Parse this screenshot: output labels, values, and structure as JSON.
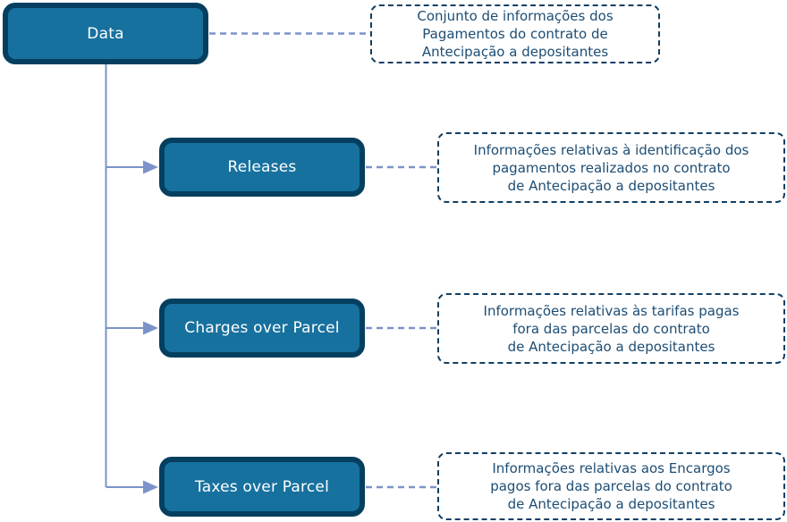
{
  "diagram": {
    "root": {
      "label": "Data",
      "note": "Conjunto de informações dos\nPagamentos do contrato de\nAntecipação a depositantes"
    },
    "children": [
      {
        "label": "Releases",
        "note": "Informações relativas à identificação dos\npagamentos realizados no contrato\nde Antecipação a depositantes"
      },
      {
        "label": "Charges over Parcel",
        "note": "Informações relativas às tarifas pagas\nfora das parcelas do contrato\nde Antecipação a depositantes"
      },
      {
        "label": "Taxes over Parcel",
        "note": "Informações relativas aos Encargos\npagos fora das parcelas do contrato\nde Antecipação a depositantes"
      }
    ],
    "colors": {
      "node_fill": "#17719f",
      "node_border": "#053f5f",
      "node_text": "#ffffff",
      "connector": "#7b93c8",
      "note_border": "#113f63",
      "note_text": "#1d4d74",
      "background": "#ffffff"
    }
  }
}
